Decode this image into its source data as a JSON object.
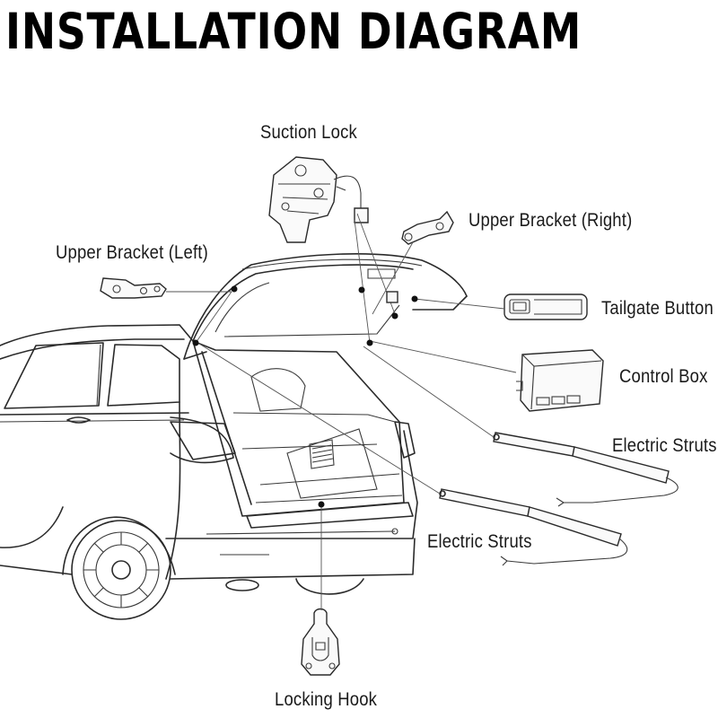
{
  "title": "INSTALLATION DIAGRAM",
  "labels": {
    "suction_lock": "Suction Lock",
    "upper_bracket_right": "Upper Bracket (Right)",
    "upper_bracket_left": "Upper Bracket (Left)",
    "tailgate_button": "Tailgate Button",
    "control_box": "Control Box",
    "electric_struts_top": "Electric Struts",
    "electric_struts_bottom": "Electric Struts",
    "locking_hook": "Locking Hook"
  }
}
